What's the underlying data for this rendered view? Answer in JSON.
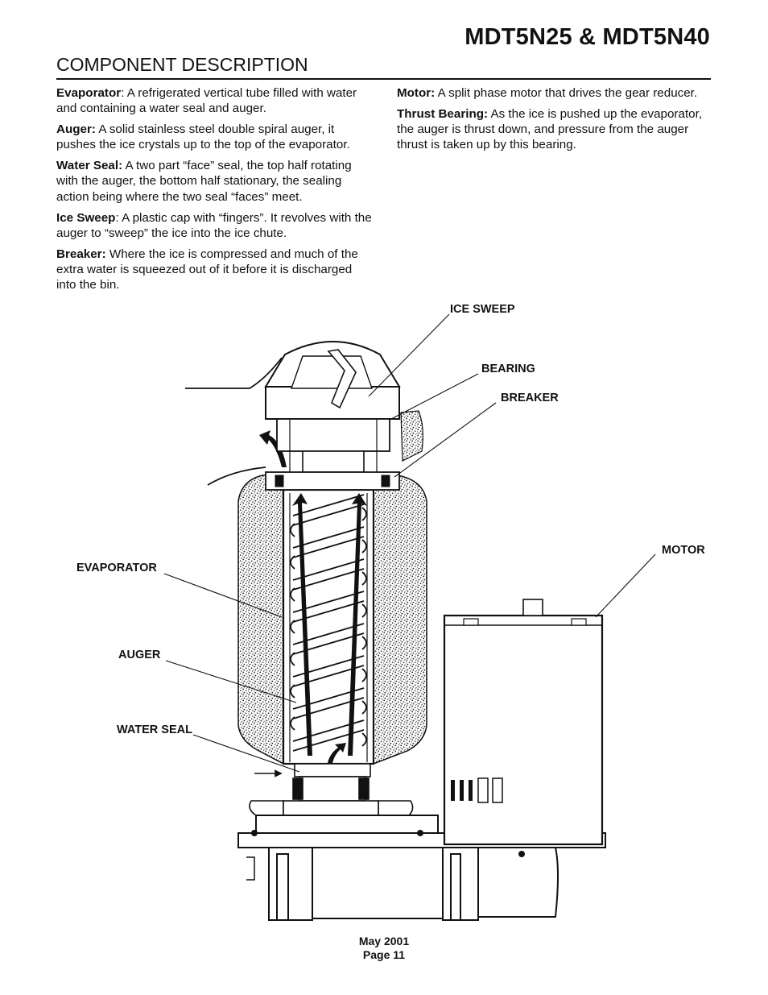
{
  "header": {
    "model": "MDT5N25 & MDT5N40",
    "section": "COMPONENT DESCRIPTION"
  },
  "left_column": [
    {
      "term": "Evaporator",
      "sep": ":  ",
      "text": "A refrigerated vertical tube filled with water and containing a water seal and auger."
    },
    {
      "term": "Auger:",
      "sep": "  ",
      "text": "A solid stainless steel double spiral auger, it pushes the ice crystals up to the top of the evaporator."
    },
    {
      "term": "Water Seal:",
      "sep": " ",
      "text": "A two part “face” seal, the top half rotating with the auger, the bottom half stationary, the sealing action being where the two seal “faces” meet."
    },
    {
      "term": "Ice Sweep",
      "sep": ": ",
      "text": "A plastic cap with “fingers”. It revolves with the auger to “sweep” the ice into the ice chute."
    },
    {
      "term": "Breaker:",
      "sep": " ",
      "text": "Where the ice is compressed and much of the extra water is squeezed out of it before it is discharged into the bin."
    }
  ],
  "right_column": [
    {
      "term": "Motor:",
      "sep": "  ",
      "text": "A split phase motor that drives the gear reducer."
    },
    {
      "term": "Thrust Bearing:",
      "sep": " ",
      "text": "As the ice is pushed up the evaporator, the auger is thrust down, and pressure from the auger thrust is taken up by this bearing."
    }
  ],
  "diagram_labels": {
    "ice_sweep": "ICE SWEEP",
    "bearing": "BEARING",
    "breaker": "BREAKER",
    "motor": "MOTOR",
    "evaporator": "EVAPORATOR",
    "auger": "AUGER",
    "water_seal": "WATER SEAL"
  },
  "footer": {
    "date": "May 2001",
    "page": "Page 11"
  }
}
